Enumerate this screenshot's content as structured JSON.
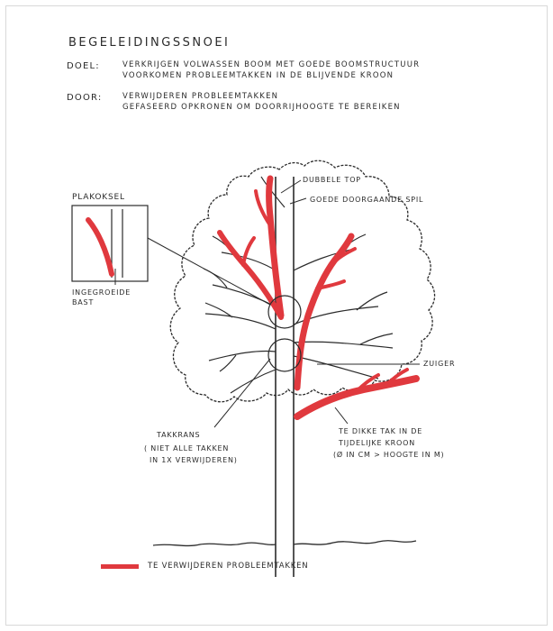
{
  "title": "BEGELEIDINGSSNOEI",
  "doel": {
    "key": "DOEL:",
    "line1": "VERKRIJGEN VOLWASSEN BOOM MET GOEDE BOOMSTRUCTUUR",
    "line2": "VOORKOMEN PROBLEEMTAKKEN IN DE BLIJVENDE KROON"
  },
  "door": {
    "key": "DOOR:",
    "line1": "VERWIJDEREN PROBLEEMTAKKEN",
    "line2": "GEFASEERD OPKRONEN OM DOORRIJHOOGTE TE BEREIKEN"
  },
  "labels": {
    "plakoksel": "PLAKOKSEL",
    "ingegroeide": "INGEGROEIDE",
    "bast": "BAST",
    "dubbele_top": "DUBBELE TOP",
    "goede_spil": "GOEDE DOORGAANDE SPIL",
    "zuiger": "ZUIGER",
    "takkrans": "TAKKRANS",
    "takkrans_sub1": "( NIET ALLE TAKKEN",
    "takkrans_sub2": "IN 1X VERWIJDEREN)",
    "te_dikke_1": "TE DIKKE TAK IN DE",
    "te_dikke_2": "TIJDELIJKE KROON",
    "te_dikke_3": "(Ø IN CM > HOOGTE IN M)"
  },
  "legend": {
    "label": "TE VERWIJDEREN PROBLEEMTAKKEN",
    "color": "#e0393e"
  },
  "colors": {
    "ink": "#2b2b2b",
    "problem_branch": "#e0393e"
  }
}
